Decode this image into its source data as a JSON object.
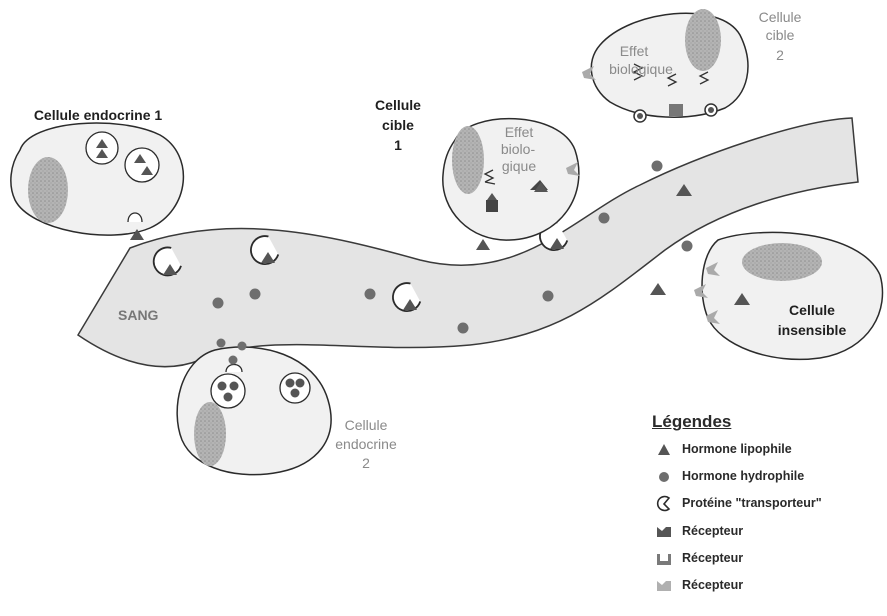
{
  "labels": {
    "endocrine1": "Cellule endocrine 1",
    "cible1": [
      "Cellule",
      "cible",
      "1"
    ],
    "effet1": [
      "Effet",
      "biolo-",
      "gique"
    ],
    "effet2": [
      "Effet",
      "biologique"
    ],
    "cible2": [
      "Cellule",
      "cible",
      "2"
    ],
    "sang": "SANG",
    "insensible": [
      "Cellule",
      "insensible"
    ],
    "endocrine2": [
      "Cellule",
      "endocrine",
      "2"
    ]
  },
  "legend": {
    "title": "Légendes",
    "items": [
      {
        "icon": "triangle-icon",
        "label": "Hormone lipophile"
      },
      {
        "icon": "dot-icon",
        "label": "Hormone hydrophile"
      },
      {
        "icon": "carrier-protein-icon",
        "label": "Protéine \"transporteur\""
      },
      {
        "icon": "receptor-dark-icon",
        "label": "Récepteur",
        "color": "#555555"
      },
      {
        "icon": "receptor-cup-icon",
        "label": "Récepteur",
        "color": "#7a7a7a"
      },
      {
        "icon": "receptor-light-icon",
        "label": "Récepteur",
        "color": "#b0b0b0"
      }
    ]
  },
  "colors": {
    "blood": "#e3e3e3",
    "cell_fill": "#f2f2f2",
    "nucleus": "#a9a9a9",
    "hormone": "#6e6e6e",
    "outline": "#2b2b2b"
  }
}
